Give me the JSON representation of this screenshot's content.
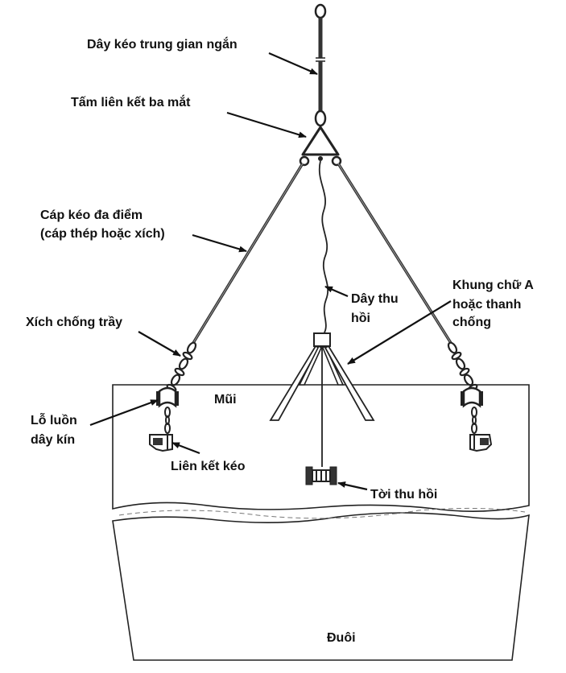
{
  "labels": {
    "short_pendant": "Dây kéo trung gian ngắn",
    "triangle_plate": "Tấm liên kết ba mắt",
    "bridle_line1": "Cáp kéo đa điểm",
    "bridle_line2": "(cáp thép hoặc xích)",
    "chafing_chain": "Xích chống trầy",
    "chock_line1": "Lỗ luồn",
    "chock_line2": "dây kín",
    "bow": "Mũi",
    "towing_fitting": "Liên kết kéo",
    "retrieval_line1": "Dây thu",
    "retrieval_line2": "hồi",
    "aframe_line1": "Khung chữ A",
    "aframe_line2": "hoặc thanh",
    "aframe_line3": "chống",
    "winch": "Tời thu hồi",
    "stern": "Đuôi"
  },
  "colors": {
    "ink": "#222222",
    "background": "#ffffff"
  }
}
